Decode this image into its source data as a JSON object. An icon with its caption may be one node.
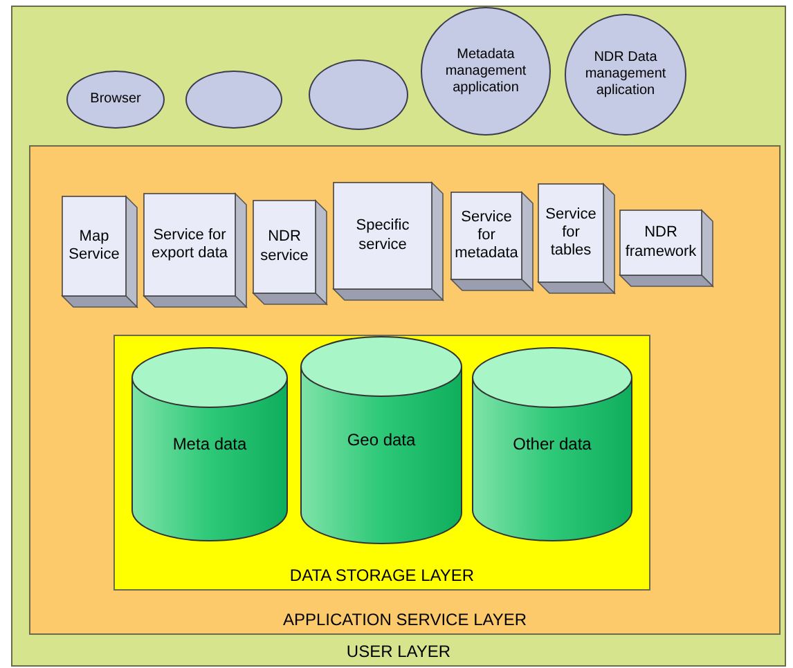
{
  "diagram": {
    "nodes": [
      {
        "text": [
          "USER LAYER"
        ]
      },
      {
        "text": [
          "Browser"
        ],
        "in": 0
      },
      {
        "text": [],
        "shape": "ellipse",
        "in": 0
      },
      {
        "text": [],
        "shape": "ellipse",
        "in": 0
      },
      {
        "text": [
          "Metadata management application"
        ],
        "in": 0
      },
      {
        "text": [
          "NDR Data management aplication"
        ],
        "in": 0
      },
      {
        "text": [
          "APPLICATION SERVICE LAYER"
        ],
        "in": 0
      },
      {
        "text": [
          "Map Service"
        ],
        "in": 6
      },
      {
        "text": [
          "Service for export data"
        ],
        "in": 6
      },
      {
        "text": [
          "NDR service"
        ],
        "in": 6
      },
      {
        "text": [
          "Specific service"
        ],
        "in": 6
      },
      {
        "text": [
          "Service for metadata"
        ],
        "in": 6
      },
      {
        "text": [
          "Service for tables"
        ],
        "in": 6
      },
      {
        "text": [
          "NDR framework"
        ],
        "in": 6
      },
      {
        "text": [
          "DATA STORAGE LAYER"
        ],
        "in": 6
      },
      {
        "text": [
          "Meta data"
        ],
        "in": 14
      },
      {
        "text": [
          "Geo data"
        ],
        "in": 14
      },
      {
        "text": [
          "Other data"
        ],
        "in": 14
      }
    ],
    "edges": []
  }
}
